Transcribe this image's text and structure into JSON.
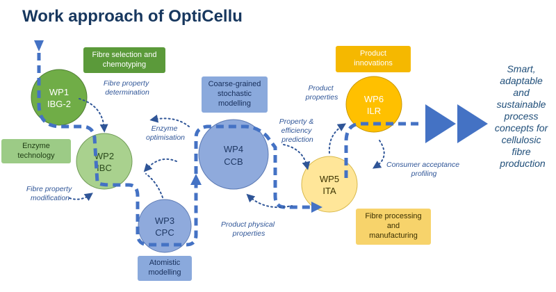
{
  "title": "Work approach of OptiCellu",
  "work_packages": [
    {
      "id": "WP1",
      "partner": "IBG-2"
    },
    {
      "id": "WP2",
      "partner": "IBC"
    },
    {
      "id": "WP3",
      "partner": "CPC"
    },
    {
      "id": "WP4",
      "partner": "CCB"
    },
    {
      "id": "WP5",
      "partner": "ITA"
    },
    {
      "id": "WP6",
      "partner": "ILR"
    }
  ],
  "boxes": {
    "fibre_selection": "Fibre selection and\nchemotyping",
    "enzyme_technology": "Enzyme\ntechnology",
    "coarse_grained": "Coarse-grained\nstochastic\nmodelling",
    "atomistic": "Atomistic\nmodelling",
    "product_innovations": "Product\ninnovations",
    "fibre_processing": "Fibre processing\nand\nmanufacturing"
  },
  "annotations": {
    "fibre_property_determination": [
      "Fibre property",
      "determination"
    ],
    "enzyme_optimisation": [
      "Enzyme",
      "optimisation"
    ],
    "fibre_property_modification": [
      "Fibre property",
      "modification"
    ],
    "product_physical_properties": [
      "Product physical",
      "properties"
    ],
    "property_efficiency_prediction": [
      "Property &",
      "efficiency",
      "prediction"
    ],
    "product_properties": [
      "Product",
      "properties"
    ],
    "consumer_acceptance_profiling": [
      "Consumer acceptance",
      "profiling"
    ]
  },
  "outcome": [
    "Smart,",
    "adaptable",
    "and",
    "sustainable",
    "process",
    "concepts for",
    "cellulosic",
    "fibre",
    "production"
  ],
  "colors": {
    "title": "#17375e",
    "green_dark": "#70ad47",
    "green_light": "#a9d18e",
    "blue": "#8faadc",
    "yellow_dark": "#ffc000",
    "yellow_light": "#ffe699",
    "arrow": "#4472c4"
  }
}
